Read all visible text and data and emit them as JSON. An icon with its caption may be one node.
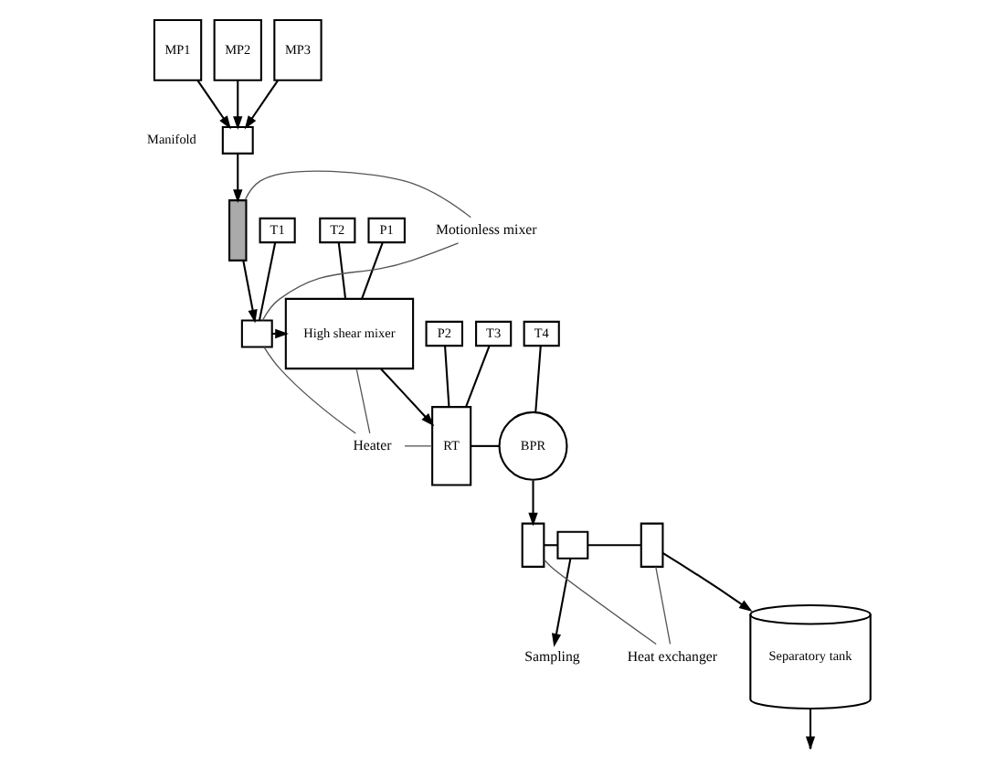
{
  "diagram": {
    "nodes": [
      {
        "text": [
          "MP1"
        ]
      },
      {
        "text": [
          "MP2"
        ]
      },
      {
        "text": [
          "MP3"
        ]
      },
      {
        "text": [],
        "shape": "box",
        "beside": [
          "Manifold"
        ]
      },
      {
        "text": [],
        "shape": "bar"
      },
      {
        "text": [],
        "shape": "box"
      },
      {
        "text": [
          "High shear mixer"
        ]
      },
      {
        "text": [
          "RT"
        ]
      },
      {
        "text": [
          "BPR"
        ]
      },
      {
        "text": [],
        "shape": "cylinder"
      },
      {
        "text": [],
        "shape": "box"
      },
      {
        "text": [],
        "shape": "cylinder"
      },
      {
        "text": [
          "Separatory tank"
        ]
      },
      {
        "text": [
          "T1"
        ]
      },
      {
        "text": [
          "T2"
        ]
      },
      {
        "text": [
          "P1"
        ]
      },
      {
        "text": [
          "P2"
        ]
      },
      {
        "text": [
          "T3"
        ]
      },
      {
        "text": [
          "T4"
        ]
      },
      {
        "text": [
          "Motionless mixer"
        ]
      },
      {
        "text": [
          "Heater"
        ]
      },
      {
        "text": [
          "Heat exchanger"
        ]
      },
      {
        "text": [
          "Sampling"
        ]
      }
    ],
    "edges": [
      {
        "from": 0,
        "to": 3,
        "arrow": "to"
      },
      {
        "from": 1,
        "to": 3,
        "arrow": "to"
      },
      {
        "from": 2,
        "to": 3,
        "arrow": "to"
      },
      {
        "from": 3,
        "to": 4,
        "arrow": "to"
      },
      {
        "from": 4,
        "to": 5,
        "arrow": "to"
      },
      {
        "from": 5,
        "to": 6,
        "arrow": "to"
      },
      {
        "from": 6,
        "to": 7,
        "arrow": "to"
      },
      {
        "from": 7,
        "to": 8,
        "arrow": "none"
      },
      {
        "from": 8,
        "to": 9,
        "arrow": "to"
      },
      {
        "from": 9,
        "to": 10,
        "arrow": "none"
      },
      {
        "from": 10,
        "to": 11,
        "arrow": "none"
      },
      {
        "from": 11,
        "to": 12,
        "arrow": "to"
      },
      {
        "from": 10,
        "to": 22,
        "arrow": "to"
      },
      {
        "from": 12,
        "to": null,
        "arrow": "to"
      },
      {
        "from": 13,
        "to": 5,
        "arrow": "none"
      },
      {
        "from": 14,
        "to": 6,
        "arrow": "none"
      },
      {
        "from": 15,
        "to": 6,
        "arrow": "none"
      },
      {
        "from": 16,
        "to": 7,
        "arrow": "none"
      },
      {
        "from": 17,
        "to": 7,
        "arrow": "none"
      },
      {
        "from": 18,
        "to": 8,
        "arrow": "none"
      },
      {
        "from": 19,
        "to": 4,
        "arrow": "none",
        "color": "#555555"
      },
      {
        "from": 19,
        "to": 5,
        "arrow": "none",
        "color": "#555555"
      },
      {
        "from": 20,
        "to": 5,
        "arrow": "none",
        "color": "#555555"
      },
      {
        "from": 20,
        "to": 6,
        "arrow": "none",
        "color": "#555555"
      },
      {
        "from": 20,
        "to": 7,
        "arrow": "none",
        "color": "#555555"
      },
      {
        "from": 21,
        "to": 11,
        "arrow": "none",
        "color": "#555555"
      },
      {
        "from": 21,
        "to": 9,
        "arrow": "none",
        "color": "#555555"
      }
    ]
  }
}
